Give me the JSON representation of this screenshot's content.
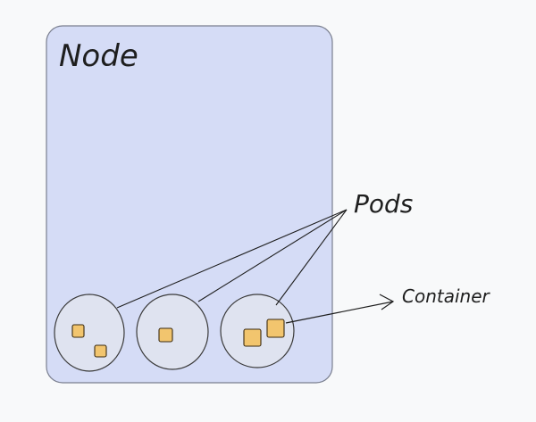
{
  "diagram": {
    "node_label": "Node",
    "pods_label": "Pods",
    "container_label": "Container"
  },
  "colors": {
    "background": "#f8f9fa",
    "node_fill": "#d5dcf6",
    "node_stroke": "#7a7f8f",
    "pod_fill": "#dfe3f0",
    "pod_stroke": "#3a3a3a",
    "container_fill": "#f2c56e",
    "container_stroke": "#3a2a10",
    "line_stroke": "#1e1e1e"
  }
}
